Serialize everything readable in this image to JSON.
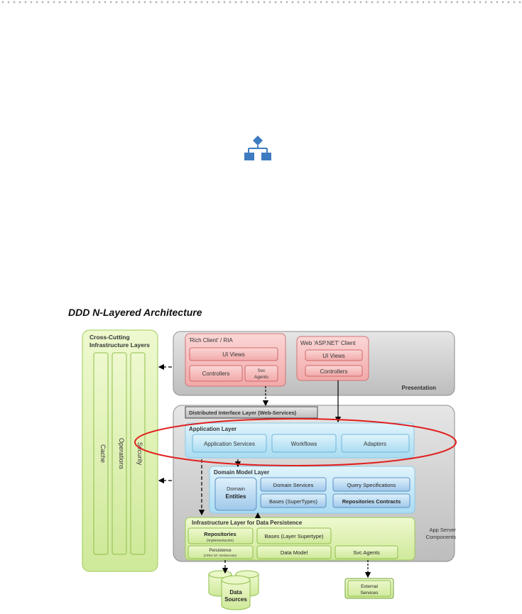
{
  "diagram": {
    "title": "DDD N-Layered Architecture",
    "cross_cutting": {
      "title_line1": "Cross-Cutting",
      "title_line2": "Infrastructure Layers",
      "columns": [
        "Cache",
        "Operations",
        "Security"
      ]
    },
    "presentation": {
      "label": "Presentation",
      "rich_client": {
        "title": "'Rich Client' / RIA",
        "ui_views": "UI Views",
        "controllers": "Controllers",
        "svc_agents_line1": "Svc",
        "svc_agents_line2": "Agents"
      },
      "web_client": {
        "title": "Web 'ASP.NET' Client",
        "ui_views": "UI Views",
        "controllers": "Controllers"
      }
    },
    "distributed_interface": "Distributed Interface Layer (Web-Services)",
    "application_layer": {
      "title": "Application Layer",
      "items": [
        "Application Services",
        "Workflows",
        "Adapters"
      ]
    },
    "domain_model": {
      "title": "Domain Model Layer",
      "entities_line1": "Domain",
      "entities_line2": "Entities",
      "domain_services": "Domain Services",
      "bases": "Bases (SuperTypes)",
      "query_specs": "Query Specifications",
      "repo_contracts": "Repositories Contracts"
    },
    "infrastructure": {
      "title": "Infrastructure Layer for Data Persistence",
      "repositories": "Repositories",
      "repositories_sub": "(implementación)",
      "bases": "Bases (Layer Supertype)",
      "persistence": "Persistence",
      "persistence_sub": "(ORM: EF, NHibernate)",
      "data_model": "Data Model",
      "svc_agents": "Svc Agents"
    },
    "app_server_line1": "App Server",
    "app_server_line2": "Components",
    "data_sources_line1": "Data",
    "data_sources_line2": "Sources",
    "external_line1": "External",
    "external_line2": "Services",
    "colors": {
      "green": "#d9f0a8",
      "pink": "#f6b8b8",
      "blue": "#bfe6f6",
      "gray": "#c9c9c9",
      "highlight": "#e02020"
    }
  },
  "icons": {
    "flow": "flowchart-icon"
  }
}
